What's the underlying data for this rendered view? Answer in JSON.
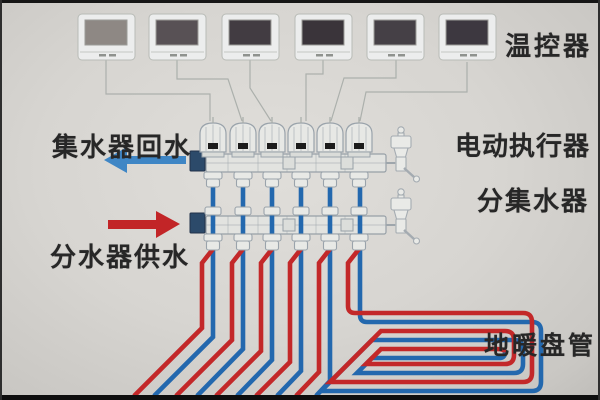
{
  "labels": {
    "thermostat": "温控器",
    "actuator": "电动执行器",
    "manifold": "分集水器",
    "coil": "地暖盘管",
    "return_line": "集水器回水",
    "supply_line": "分水器供水"
  },
  "arrows": {
    "return_direction": "left",
    "supply_direction": "right"
  },
  "colors": {
    "pipe_red": "#c32829",
    "pipe_blue": "#2368ae",
    "arrow_blue": "#3f86c5",
    "arrow_red": "#c22527",
    "manifold_end_cap": "#2c4a6a",
    "wire": "#a7aca8",
    "text": "#272727"
  },
  "thermostats": {
    "count": 6,
    "screens": [
      "#8e8884",
      "#585155",
      "#423c42",
      "#3a343a",
      "#454046",
      "#3d3840"
    ]
  },
  "actuators": {
    "count": 6
  },
  "heating_loops": {
    "count": 6
  }
}
